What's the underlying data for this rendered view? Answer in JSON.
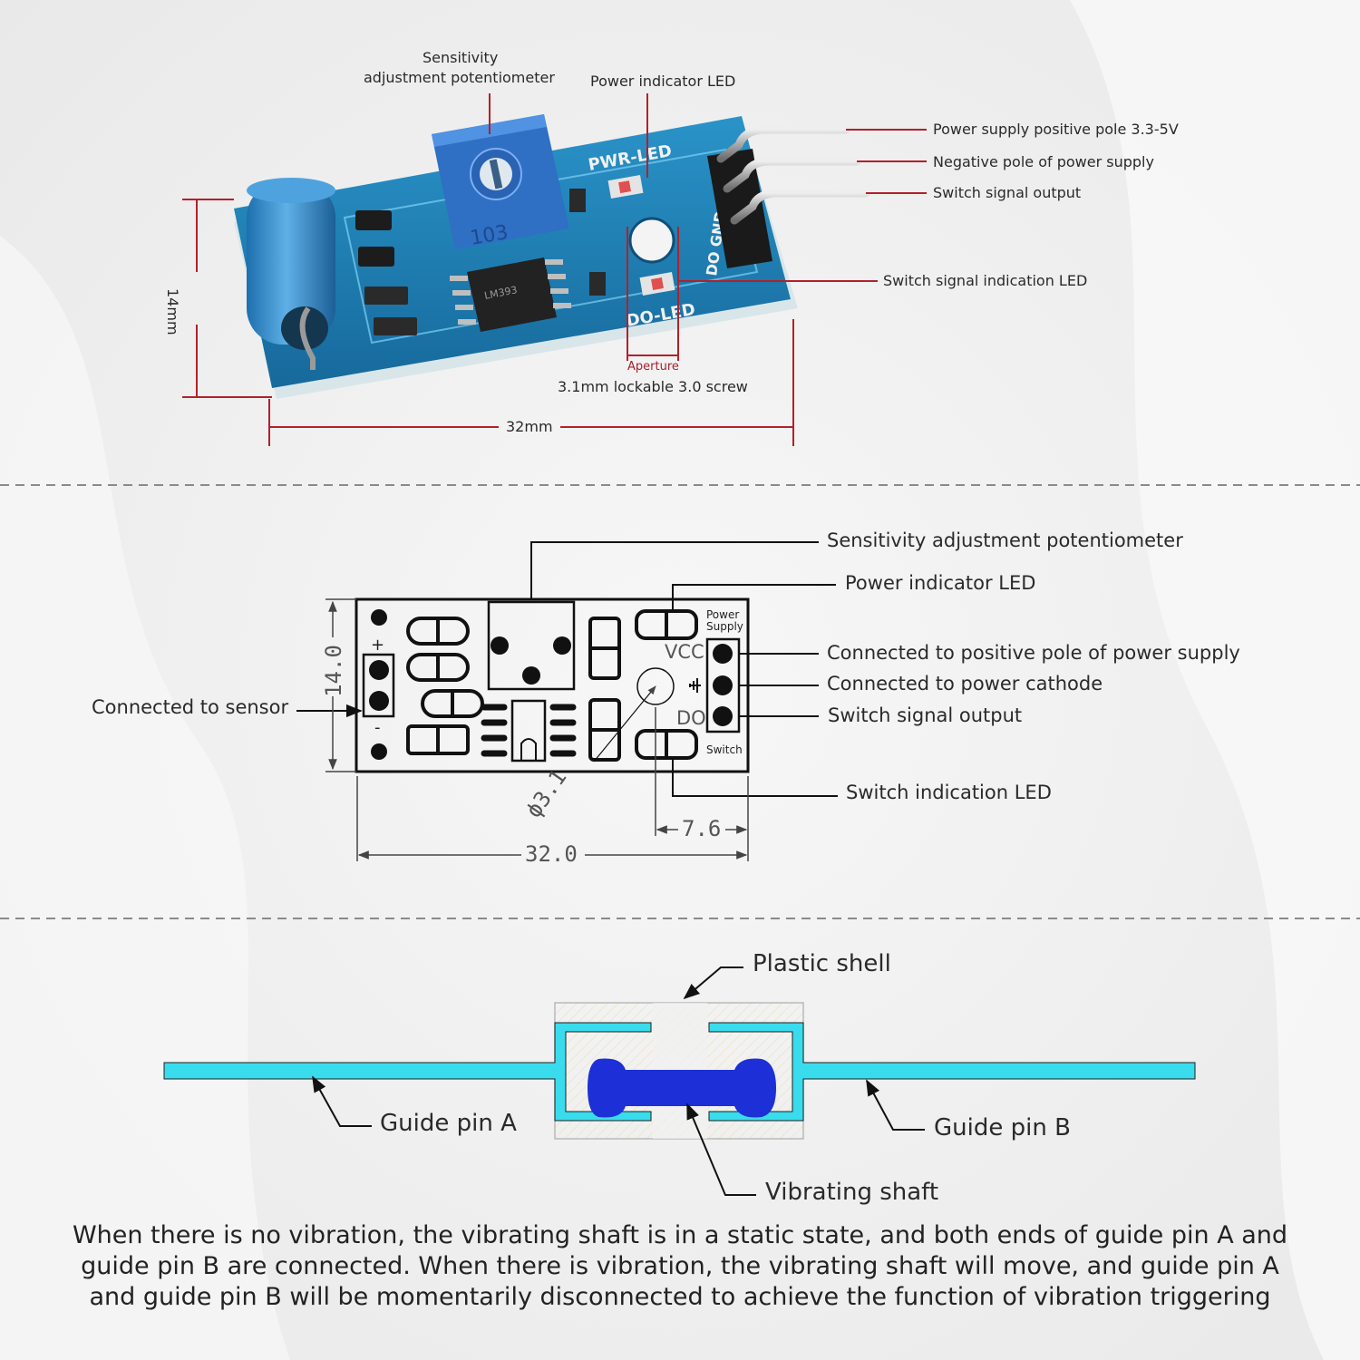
{
  "photo_section": {
    "labels": {
      "potentiometer_line1": "Sensitivity",
      "potentiometer_line2": "adjustment potentiometer",
      "power_led": "Power indicator LED",
      "vcc_pin": "Power supply positive pole 3.3-5V",
      "gnd_pin": "Negative pole of power supply",
      "do_pin": "Switch signal output",
      "switch_led": "Switch signal indication LED",
      "aperture": "Aperture",
      "screw": "3.1mm lockable 3.0 screw",
      "height": "14mm",
      "width": "32mm"
    },
    "board_marks": {
      "pwr_led": "PWR-LED",
      "do_led": "DO-LED",
      "pins": "DO GND VCC",
      "pot_code": "103",
      "ic_code": "LM393"
    }
  },
  "drawing_section": {
    "labels": {
      "potentiometer": "Sensitivity adjustment potentiometer",
      "power_led": "Power indicator LED",
      "vcc": "Connected to positive pole of power supply",
      "gnd": "Connected to power cathode",
      "do": "Switch signal output",
      "switch_led": "Switch indication LED",
      "sensor": "Connected to sensor"
    },
    "dimensions": {
      "height": "14.0",
      "width": "32.0",
      "offset": "7.6",
      "hole": "ϕ3.1"
    },
    "board_marks": {
      "power_supply_line1": "Power",
      "power_supply_line2": "Supply",
      "vcc": "VCC",
      "do": "DO",
      "switch": "Switch",
      "plus": "+",
      "minus": "-"
    }
  },
  "sensor_section": {
    "labels": {
      "shell": "Plastic shell",
      "pin_a": "Guide pin A",
      "pin_b": "Guide pin B",
      "shaft": "Vibrating shaft"
    },
    "description": "When there is no vibration, the vibrating shaft is in a static state, and both ends of guide pin A and guide pin B are connected. When there is vibration, the vibrating shaft will move, and guide pin A and guide pin B will be momentarily disconnected to achieve the function of vibration triggering"
  },
  "colors": {
    "pcb_blue": "#1e7fb5",
    "sensor_blue": "#3a8fcf",
    "dimension_red": "#b3202a",
    "guide_pin_cyan": "#38dced",
    "shaft_blue": "#1d2fd6"
  }
}
